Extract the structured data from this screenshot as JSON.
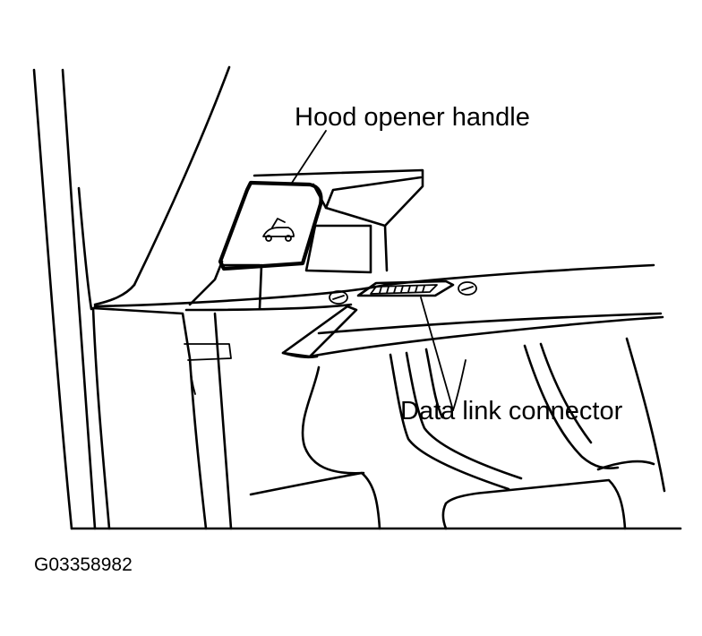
{
  "labels": {
    "hood_opener_handle": "Hood opener handle",
    "data_link_connector": "Data link connector"
  },
  "figure_id": "G03358982",
  "colors": {
    "ink": "#000000",
    "background": "#ffffff"
  }
}
